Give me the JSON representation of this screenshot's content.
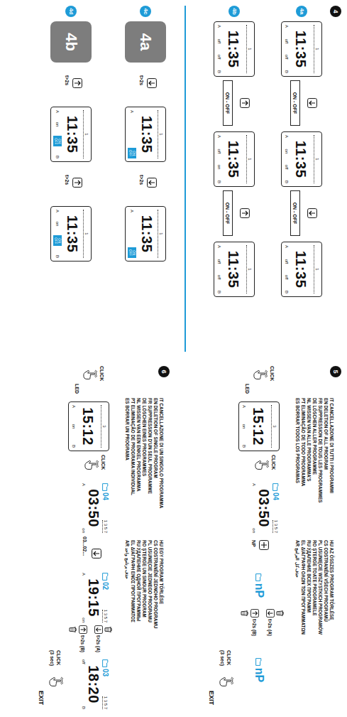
{
  "diagram": {
    "nodes": [
      {
        "text": [
          "1",
          "11:35",
          "A",
          "off",
          "off",
          "B"
        ]
      },
      {
        "text": [
          "ON - OFF"
        ]
      },
      {
        "text": [
          "1",
          "11:35",
          "A",
          "on",
          "off",
          "B"
        ]
      },
      {
        "text": [
          "ON - OFF"
        ]
      },
      {
        "text": [
          "1",
          "11:35",
          "A",
          "off",
          "off",
          "B"
        ]
      },
      {
        "text": [
          "1",
          "11:35",
          "A",
          "off",
          "off",
          "B"
        ]
      },
      {
        "text": [
          "ON - OFF"
        ]
      },
      {
        "text": [
          "1",
          "11:35",
          "A",
          "off",
          "on",
          "B"
        ]
      },
      {
        "text": [
          "ON - OFF"
        ]
      },
      {
        "text": [
          "1",
          "11:35",
          "A",
          "off",
          "off",
          "B"
        ]
      },
      {
        "text": [
          "4a"
        ]
      },
      {
        "text": [
          "1",
          "11:35",
          "A",
          "ON OFF"
        ]
      },
      {
        "text": [
          "1",
          "11:35",
          "A",
          "ON OFF"
        ]
      },
      {
        "text": [
          "4b"
        ]
      },
      {
        "text": [
          "1",
          "11:35",
          "A",
          "on",
          "ON OFF",
          "B"
        ]
      },
      {
        "text": [
          "1",
          "11:35",
          "A",
          "on",
          "ON OFF",
          "B"
        ]
      },
      {
        "text": [
          "3",
          "15:12",
          "A",
          "on",
          "B"
        ]
      },
      {
        "text": [
          "04",
          "1 3 5 7",
          "03:50",
          "A",
          "on"
        ]
      },
      {
        "text": [
          "nP"
        ]
      },
      {
        "text": [
          "nP"
        ]
      },
      {
        "text": [
          "3",
          "15:12",
          "A",
          "on",
          "B"
        ]
      },
      {
        "text": [
          "04",
          "1 3 5 7",
          "03:50",
          "A",
          "on"
        ]
      },
      {
        "text": [
          "02",
          "1 3 5 7",
          "19:15",
          "A",
          "on"
        ]
      },
      {
        "text": [
          "03",
          "1 3 5 7",
          "18:20",
          "off",
          "B"
        ]
      }
    ],
    "labels": [
      "4",
      "4a",
      "4b",
      "4c",
      "4d",
      "t>2s",
      "t>2s",
      "t>2s",
      "t>2s",
      "5",
      "CLICK",
      "LED",
      "CLICK",
      "NP",
      "t>2s (A)",
      "t>2s (B)",
      "CLICK",
      "(3 sec)",
      "EXIT",
      "IT CANCELLAZIONE DI TUTTI I PROGRAMMI",
      "EN DELETION OF ALL PROGRAM",
      "FR SUPPRESSION DE TOUS LES PROGRAMMES",
      "DE LÖSCHEN ALLER PROGRAMME",
      "NL WISSEN VAN ALLE PROGRAMMA'S",
      "PT ELIMINAÇÃO DE TODO PROGRAMMA",
      "ES BORRAR TODOS LOS PROGRAMAS",
      "HU AZ ÖSSZES PROGRAM TÖRLÉSE",
      "CS ODSTRANĚNÍ VŠECH PROGRAMŮ",
      "PL USUNIĘCIE WSZYSTKICH PROGRAMÓW",
      "RO ŞTERGE TOATE PROGRAMELE",
      "RU УДАЛЕНИЕ ВСЕХ ПРОГРАММ",
      "EL ΔΙΑΓΡΑΦΗ ΟΛΩΝ ΤΩΝ ΠΡΟΓΡΑΜΜΑΤΩΝ",
      "AR حذف كل البرامج",
      "6",
      "CLICK",
      "LED",
      "CLICK",
      "03...02...",
      "t>2s (A)",
      "t>2s (B)",
      "CLICK",
      "(3 sec)",
      "EXIT",
      "IT CANCELLAZIONE DI UN SINGOLO PROGRAMMA",
      "EN DELETION OF SINGLE PROGRAM",
      "FR SUPPRESSION D'UN SEUL PROGRAMME",
      "DE LÖSCHEN EINES PROGRAMMES",
      "NL WISSEN VAN EEN ENKEL PROGRAMMA",
      "PT ELIMINAÇÃO DE PROGRAMA INDIVIDUAL",
      "ES BORRAR UN PROGRAMA",
      "HU EGY PROGRAM TÖRLÉSE",
      "CS ODSTRANĚNÍ JEDNOHO PROGRAMU",
      "PL USUNIĘCIE JEDNEGO PROGRAMU",
      "RO ŞTERGE UN SINGUR PROGRAM",
      "RU УДАЛЕНИЕ ОДНОЙ ПРОГРАММЫ",
      "EL ΔΙΑΓΡΑΦΗ ΕΝΟΣ ΠΡΟΓΡΑΜΜΑΤΟΣ",
      "AR حذف برنامج واحد"
    ]
  }
}
